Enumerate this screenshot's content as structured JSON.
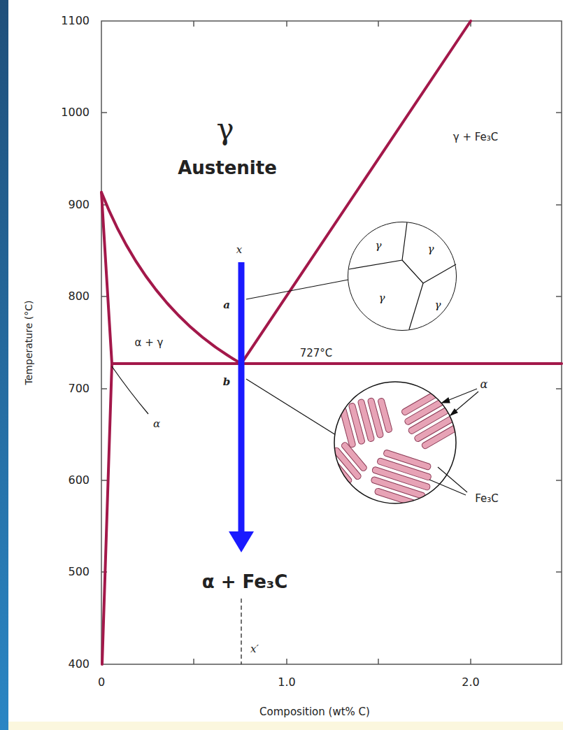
{
  "diagram": {
    "nodes": [
      {
        "text": [
          "γ",
          "γ",
          "γ",
          "γ"
        ]
      }
    ],
    "edges": [],
    "labels": [
      "1100",
      "1000",
      "900",
      "800",
      "700",
      "600",
      "500",
      "400",
      "0",
      "1.0",
      "2.0",
      "Temperature (°C)",
      "Composition (wt% C)",
      "γ",
      "Austenite",
      "γ + Fe₃C",
      "x",
      "a",
      "α + γ",
      "727°C",
      "b",
      "α",
      "α",
      "Fe₃C",
      "α + Fe₃C",
      "x′"
    ]
  }
}
